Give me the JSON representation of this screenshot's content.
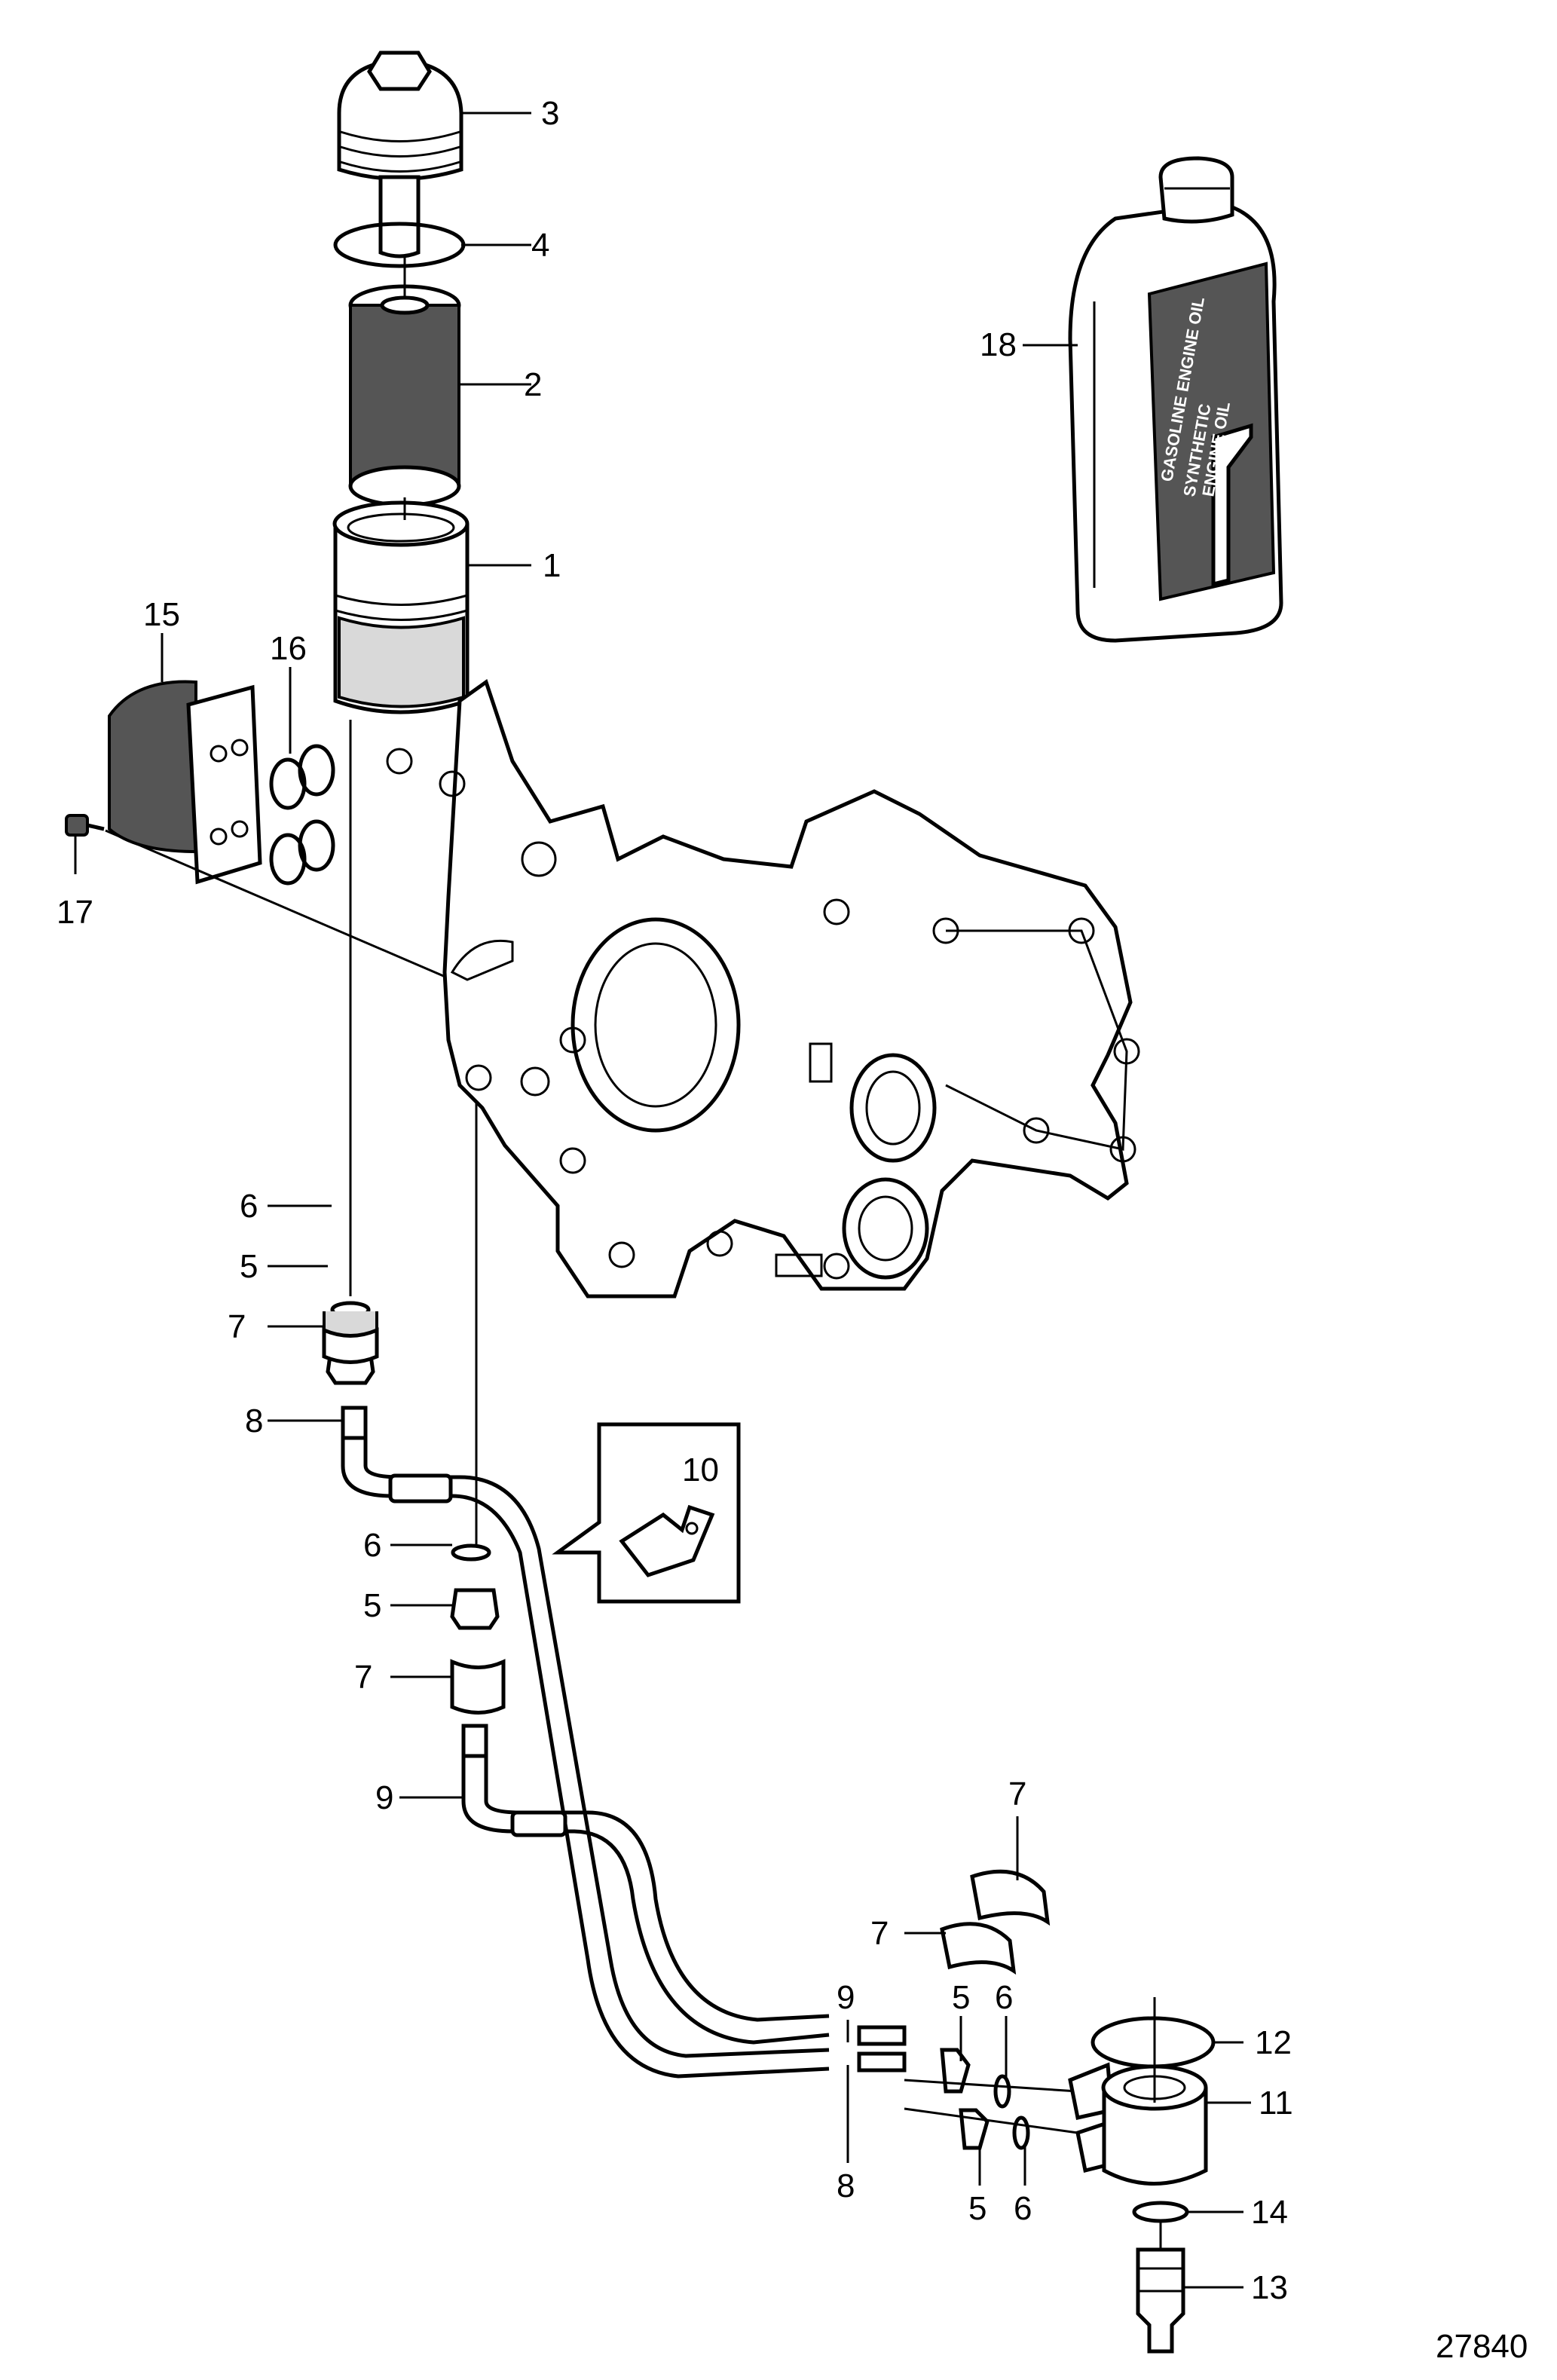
{
  "callouts": {
    "c1": "1",
    "c2": "2",
    "c3": "3",
    "c4": "4",
    "c5a": "5",
    "c5b": "5",
    "c5c": "5",
    "c5d": "5",
    "c6a": "6",
    "c6b": "6",
    "c6c": "6",
    "c6d": "6",
    "c7a": "7",
    "c7b": "7",
    "c7c": "7",
    "c7d": "7",
    "c8a": "8",
    "c8b": "8",
    "c9a": "9",
    "c9b": "9",
    "c10": "10",
    "c11": "11",
    "c12": "12",
    "c13": "13",
    "c14": "14",
    "c15": "15",
    "c16": "16",
    "c17": "17",
    "c18": "18"
  },
  "bottle_label": {
    "line1": "GASOLINE ENGINE OIL",
    "line2": "SYNTHETIC",
    "line3": "ENGINE OIL"
  },
  "drawing_number": "27840"
}
